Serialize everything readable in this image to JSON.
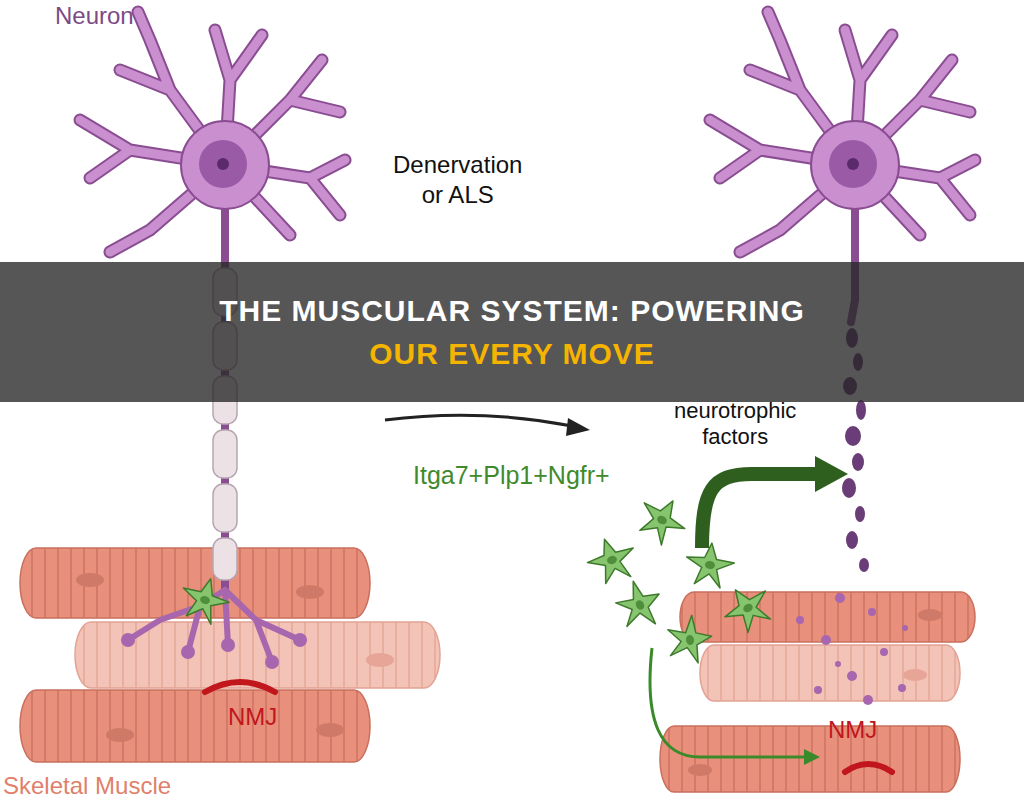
{
  "diagram": {
    "nodes": [
      {
        "text": [
          "THE MUSCULAR SYSTEM: POWERING",
          "OUR EVERY MOVE"
        ]
      }
    ],
    "labels": [
      "Neuron",
      "Denervation or ALS",
      "neurotrophic factors",
      "Itga7+Plp1+Ngfr+",
      "NMJ",
      "NMJ",
      "Skeletal Muscle"
    ]
  }
}
